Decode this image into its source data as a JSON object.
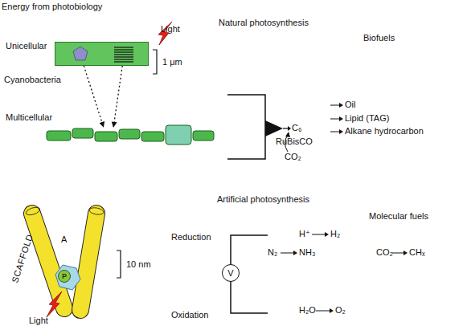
{
  "diagram": {
    "title": "Energy from photobiology",
    "nodes": [
      {
        "text": [
          "Unicellular"
        ]
      },
      {
        "text": [
          "Multicellular"
        ]
      },
      {
        "text": [
          "V"
        ]
      },
      {
        "text": [
          "P"
        ]
      }
    ],
    "edges": [
      {
        "from": 0,
        "to": 1,
        "arrow": "to"
      },
      {
        "from": 0,
        "to": 1,
        "arrow": "to"
      }
    ],
    "labels": [
      "Natural photosynthesis",
      "Biofuels",
      "Light",
      "1 μm",
      "Cyanobacteria",
      "C₆",
      "RuBisCO",
      "CO₂",
      "Oil",
      "Lipid (TAG)",
      "Alkane hydrocarbon",
      "Artificial photosynthesis",
      "Molecular fuels",
      "SCAFFOLD",
      "A",
      "10 nm",
      "Light",
      "Reduction",
      "Oxidation",
      "H⁺",
      "H₂",
      "N₂",
      "NH₃",
      "CO₂",
      "CHₓ",
      "H₂O",
      "O₂"
    ]
  }
}
